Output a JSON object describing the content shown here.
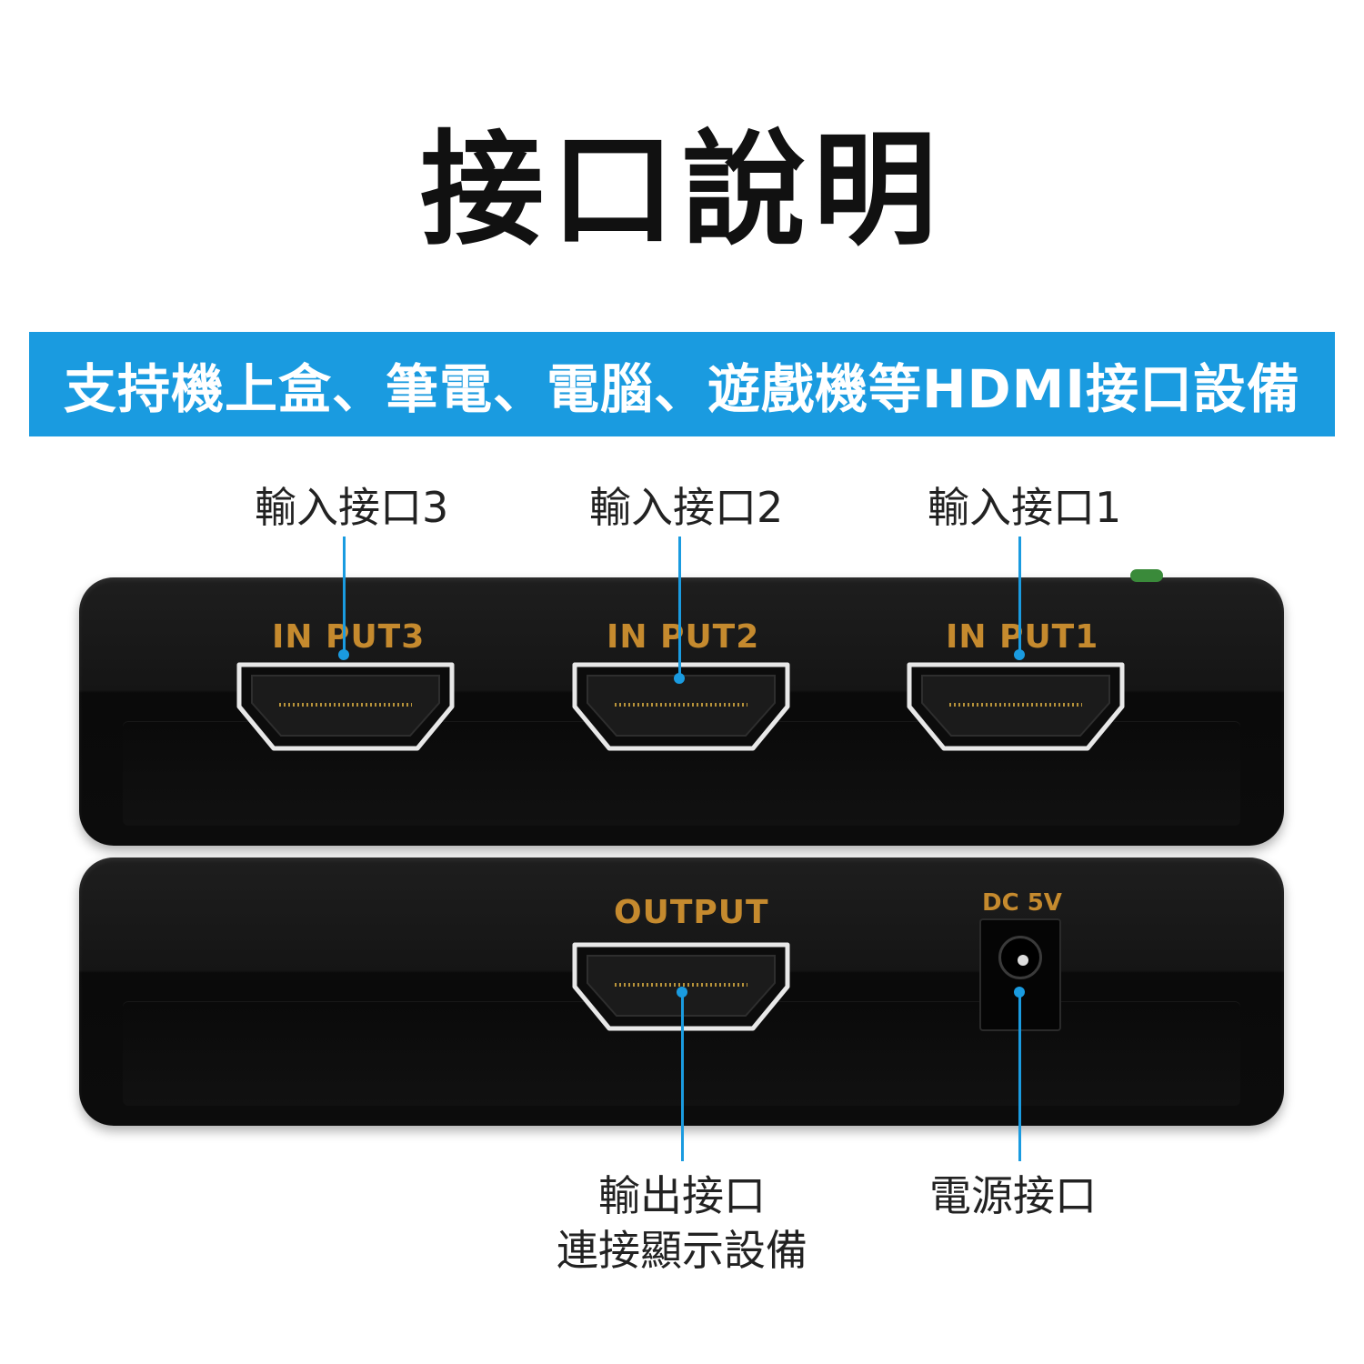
{
  "title": "接口說明",
  "banner": "支持機上盒、筆電、電腦、遊戲機等HDMI接口設備",
  "callouts": {
    "input3": "輸入接口3",
    "input2": "輸入接口2",
    "input1": "輸入接口1",
    "output_line1": "輸出接口",
    "output_line2": "連接顯示設備",
    "power": "電源接口"
  },
  "device_labels": {
    "input3": "IN PUT3",
    "input2": "IN PUT2",
    "input1": "IN PUT1",
    "output": "OUTPUT",
    "dc": "DC 5V"
  },
  "colors": {
    "accent": "#1a9be0",
    "device_label": "#c58a2e",
    "device_body": "#151515"
  }
}
